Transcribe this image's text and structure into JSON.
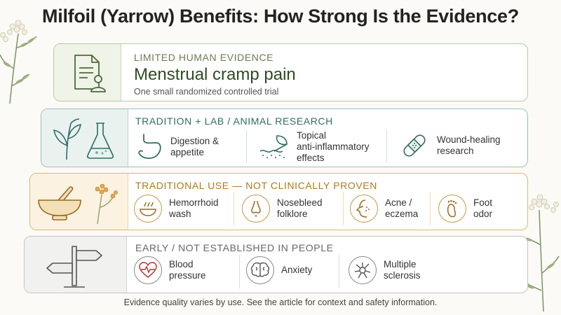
{
  "title": "Milfoil (Yarrow) Benefits: How Strong Is the Evidence?",
  "footer": "Evidence quality varies by use. See the article for context and safety information.",
  "colors": {
    "green": "#2f4b22",
    "teal": "#2f6d66",
    "amber": "#b27a1c",
    "gray": "#666666"
  },
  "sections": {
    "limited": {
      "heading": "LIMITED HUMAN EVIDENCE",
      "title": "Menstrual cramp pain",
      "subtitle": "One small randomized controlled trial",
      "icon": "document-person-icon"
    },
    "tradition": {
      "heading": "TRADITION + LAB / ANIMAL RESEARCH",
      "icons": [
        "herb-leaves-icon",
        "lab-flask-icon"
      ],
      "items": [
        {
          "label": "Digestion &\nappetite",
          "icon": "stomach-icon"
        },
        {
          "label": "Topical\nanti-inflammatory\neffects",
          "icon": "skin-leaf-icon"
        },
        {
          "label": "Wound-healing\nresearch",
          "icon": "bandage-icon"
        }
      ]
    },
    "traditional": {
      "heading": "TRADITIONAL USE — NOT CLINICALLY PROVEN",
      "icons": [
        "mortar-pestle-icon",
        "yarrow-flower-icon"
      ],
      "items": [
        {
          "label": "Hemorrhoid\nwash",
          "icon": "bowl-wash-icon"
        },
        {
          "label": "Nosebleed\nfolklore",
          "icon": "nose-icon"
        },
        {
          "label": "Acne /\neczema",
          "icon": "face-icon"
        },
        {
          "label": "Foot\nodor",
          "icon": "foot-icon"
        }
      ]
    },
    "early": {
      "heading": "EARLY / NOT ESTABLISHED IN PEOPLE",
      "icon": "signpost-icon",
      "items": [
        {
          "label": "Blood\npressure",
          "icon": "heart-pulse-icon"
        },
        {
          "label": "Anxiety",
          "icon": "brain-icon"
        },
        {
          "label": "Multiple\nsclerosis",
          "icon": "neuron-icon"
        }
      ]
    }
  }
}
